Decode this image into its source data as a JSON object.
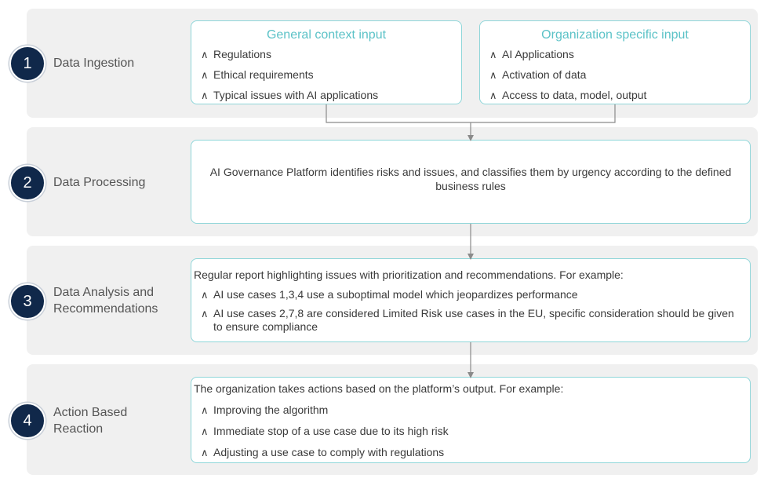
{
  "stages": [
    {
      "number": "1",
      "label": "Data Ingestion",
      "boxes": [
        {
          "title": "General context input",
          "items": [
            "Regulations",
            "Ethical requirements",
            "Typical issues with AI applications"
          ]
        },
        {
          "title": "Organization specific input",
          "items": [
            "AI Applications",
            "Activation of data",
            "Access to data, model, output"
          ]
        }
      ]
    },
    {
      "number": "2",
      "label": "Data Processing",
      "text": "AI Governance Platform identifies risks and issues, and classifies them by urgency according to the defined business rules"
    },
    {
      "number": "3",
      "label": "Data Analysis and Recommendations",
      "intro": "Regular report highlighting issues with prioritization and recommendations. For example:",
      "items": [
        "AI use cases 1,3,4 use a suboptimal model which jeopardizes performance",
        "AI use cases 2,7,8 are considered Limited Risk use cases in the EU, specific consideration should be given to ensure compliance"
      ]
    },
    {
      "number": "4",
      "label": "Action Based Reaction",
      "intro": "The organization takes actions based on the platform’s output. For example:",
      "items": [
        "Improving the algorithm",
        "Immediate stop of a use case due to its high risk",
        "Adjusting a use case to comply with regulations"
      ]
    }
  ],
  "bullet_glyph": "∧",
  "colors": {
    "band": "#f0f0f0",
    "badge": "#10284a",
    "box_border": "#8fd6d9",
    "box_title": "#5bc2c7",
    "connector": "#8a8a8a"
  }
}
